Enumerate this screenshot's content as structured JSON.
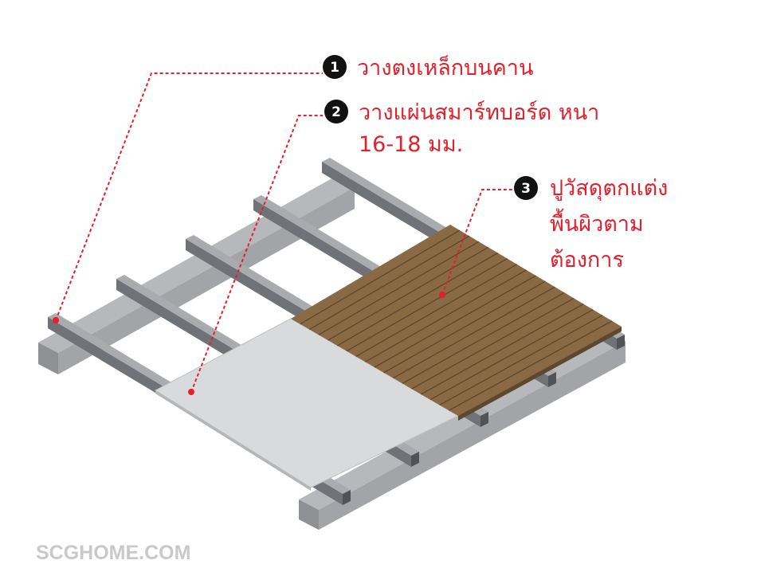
{
  "steps": [
    {
      "number": "1",
      "lines": [
        "วางตงเหล็กบนคาน"
      ]
    },
    {
      "number": "2",
      "lines": [
        "วางแผ่นสมาร์ทบอร์ด หนา",
        "16-18 มม."
      ]
    },
    {
      "number": "3",
      "lines": [
        "ปูวัสดุตกแต่ง",
        "พื้นผิวตาม",
        "ต้องการ"
      ]
    }
  ],
  "watermark": "SCGHOME.COM",
  "colors": {
    "accent": "#e3202b",
    "concrete": "#9d9fa3",
    "steel": "#6f7277",
    "board": "#d9dadc",
    "wood": "#8a6a45"
  }
}
